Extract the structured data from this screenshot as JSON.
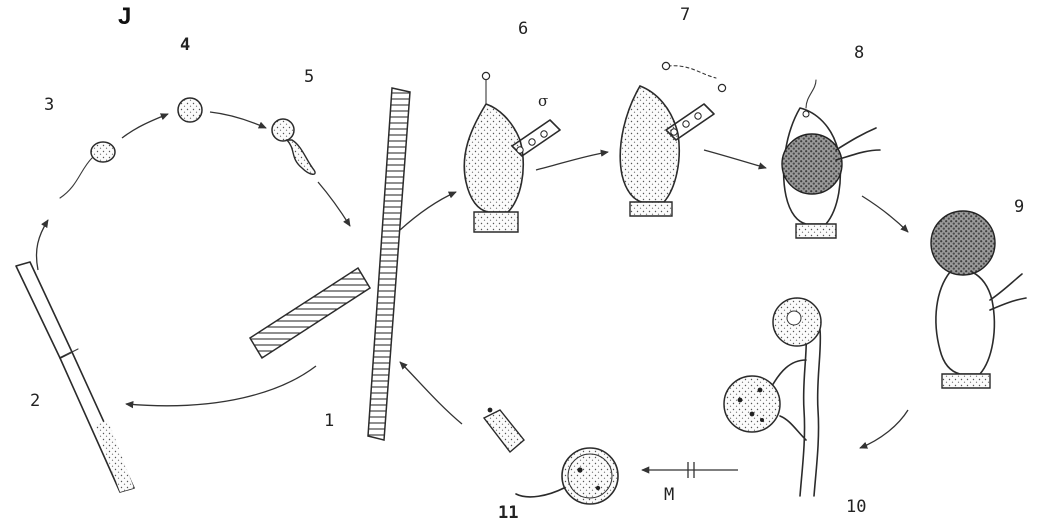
{
  "header": {
    "fragment": "J"
  },
  "stage_labels": [
    "1",
    "2",
    "3",
    "4",
    "5",
    "6",
    "7",
    "8",
    "9",
    "10",
    "11"
  ],
  "symbols": {
    "male": "σ",
    "meiosis": "M"
  }
}
